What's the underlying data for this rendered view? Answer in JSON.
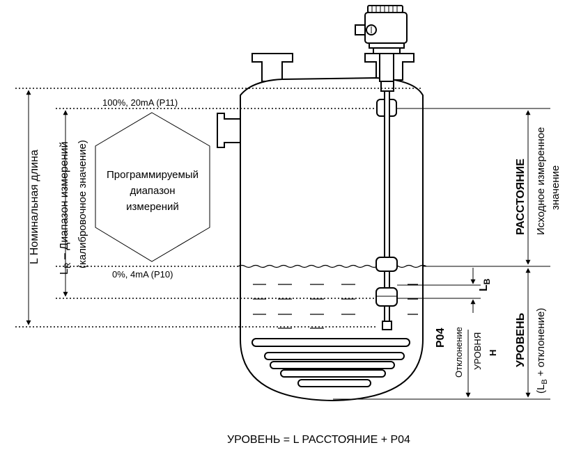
{
  "labels": {
    "top_scale": "100%, 20mA (P11)",
    "bottom_scale": "0%, 4mA (P10)",
    "program_range": [
      "Программируемый",
      "диапазон",
      "измерений"
    ],
    "nominal_length": "L  Номинальная длина",
    "range_lr_letter": "L",
    "range_lr_sub": "R",
    "range_lr_rest": " – Диапазон измерений",
    "range_calibration": "(калибровочное значение)",
    "distance": "РАССТОЯНИЕ",
    "distance_sub_1": "Исходное измеренное",
    "distance_sub_2": "значение",
    "level": "УРОВЕНЬ",
    "level_sub_open": "(L",
    "level_sub_sub": "B",
    "level_sub_rest": " + отклонение)",
    "lb_letter": "L",
    "lb_sub": "B",
    "p04": "P04",
    "offset_1": "Отклонение",
    "offset_2": "УРОВНЯ",
    "h": "H",
    "formula": "УРОВЕНЬ = L  РАССТОЯНИЕ + P04"
  },
  "icons": {
    "sensor": "level-transmitter-icon",
    "tank": "tank-icon",
    "coil": "heating-coil-icon"
  }
}
